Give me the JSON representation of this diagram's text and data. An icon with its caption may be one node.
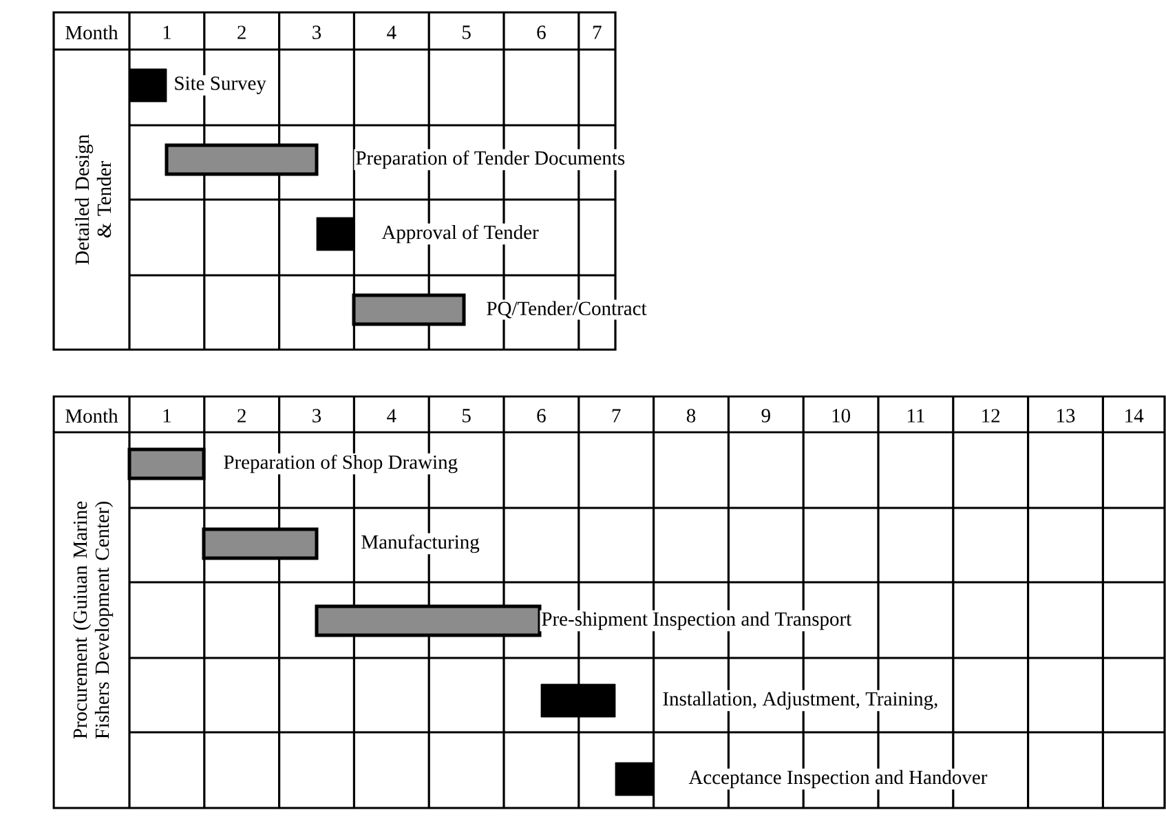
{
  "diagram": {
    "nodes": [
      {
        "text": [],
        "shape": "bar",
        "beside": [
          "Site Survey"
        ]
      },
      {
        "text": [],
        "shape": "bar",
        "beside": [
          "Preparation of Tender Documents"
        ]
      },
      {
        "text": [],
        "shape": "bar",
        "beside": [
          "Approval of Tender"
        ]
      },
      {
        "text": [],
        "shape": "bar",
        "beside": [
          "PQ/Tender/Contract"
        ]
      },
      {
        "text": [],
        "shape": "bar",
        "beside": [
          "Preparation of Shop Drawing"
        ]
      },
      {
        "text": [],
        "shape": "bar",
        "beside": [
          "Manufacturing"
        ]
      },
      {
        "text": [],
        "shape": "bar",
        "beside": [
          "Pre-shipment Inspection and Transport"
        ]
      },
      {
        "text": [],
        "shape": "bar",
        "beside": [
          "Installation, Adjustment, Training,"
        ]
      },
      {
        "text": [],
        "shape": "bar",
        "beside": [
          "Acceptance Inspection and Handover"
        ]
      }
    ],
    "labels": [
      "Month",
      "1",
      "2",
      "3",
      "4",
      "5",
      "6",
      "7",
      "Detailed Design & Tender",
      "Month",
      "1",
      "2",
      "3",
      "4",
      "5",
      "6",
      "7",
      "8",
      "9",
      "10",
      "11",
      "12",
      "13",
      "14",
      "Procurement (Guiuan Marine Fishers Development Center)"
    ]
  }
}
